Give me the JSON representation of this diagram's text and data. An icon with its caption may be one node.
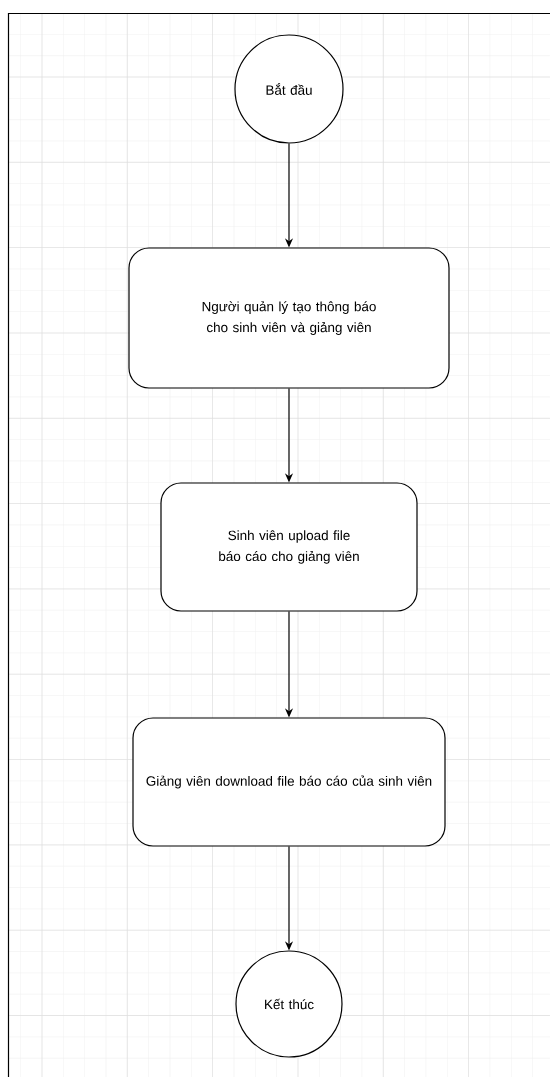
{
  "diagram": {
    "nodes": [
      {
        "text": [
          "Bắt đầu"
        ]
      },
      {
        "text": [
          "Người quản lý tạo thông báo cho sinh viên và giảng viên"
        ]
      },
      {
        "text": [
          "Sinh viên upload file báo cáo cho giảng viên"
        ]
      },
      {
        "text": [
          "Giảng viên download file báo cáo của sinh viên"
        ]
      },
      {
        "text": [
          "Kết thúc"
        ]
      }
    ],
    "edges": [
      {
        "from": 0,
        "to": 1,
        "arrow": "to"
      },
      {
        "from": 1,
        "to": 2,
        "arrow": "to"
      },
      {
        "from": 2,
        "to": 3,
        "arrow": "to"
      },
      {
        "from": 3,
        "to": 4,
        "arrow": "to"
      }
    ]
  }
}
